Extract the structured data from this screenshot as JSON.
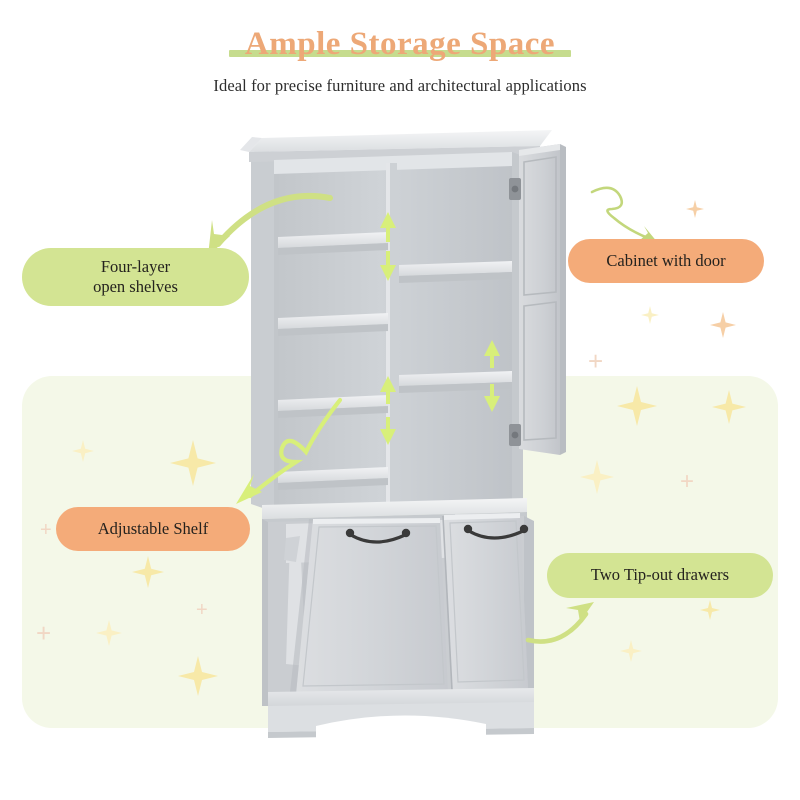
{
  "header": {
    "title": "Ample Storage Space",
    "subtitle": "Ideal for precise furniture and architectural applications",
    "title_color": "#eda877",
    "underline_color": "#c6dc8e",
    "subtitle_color": "#2d2d2d"
  },
  "callouts": [
    {
      "id": "four-layer-open-shelves",
      "label": "Four-layer\nopen shelves",
      "line1": "Four-layer",
      "line2": "open shelves",
      "style": "green",
      "color": "#d3e493"
    },
    {
      "id": "cabinet-with-door",
      "label": "Cabinet with door",
      "style": "orange",
      "color": "#f4ab79"
    },
    {
      "id": "adjustable-shelf",
      "label": "Adjustable Shelf",
      "style": "orange",
      "color": "#f4ab79"
    },
    {
      "id": "two-tip-out-drawers",
      "label": "Two Tip-out drawers",
      "style": "green",
      "color": "#d3e493"
    }
  ],
  "product": {
    "name": "storage-cabinet",
    "body_color": "#d3d6d9",
    "panel_color": "#c3c7cb",
    "highlight_color": "#e9ebed",
    "handle_color": "#3a3a3a",
    "shelf_arrow_color": "#d8ef7a",
    "open_shelf_count": 4,
    "door_count": 1,
    "drawer_count": 2
  },
  "decor": {
    "panel_color": "#f4f8e8",
    "sparkle_color": "#f7e9a8",
    "sparkle_pale_color": "#faf0c4",
    "sparkle_peach_color": "#f6cfa6",
    "plus_color": "#f1d7c4",
    "arrow_color": "#cfe084",
    "arrow_color_bright": "#d8ef7a"
  }
}
